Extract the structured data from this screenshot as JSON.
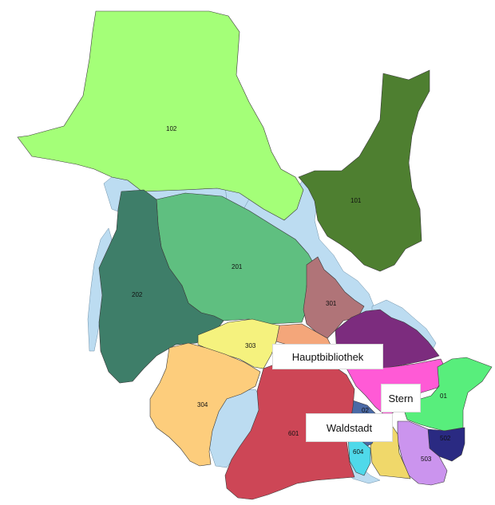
{
  "map": {
    "colors": {
      "water": "#bcdcf1",
      "101": "#4e7f30",
      "102": "#a4ff78",
      "201": "#5fbf80",
      "202": "#3e7e69",
      "301": "#b07478",
      "302": "#f4a67a",
      "303": "#f5f27e",
      "304": "#fdcd7c",
      "401": "#7c2c7e",
      "402": "#ff5ad6",
      "501": "#58ee7c",
      "502": "#2a2a82",
      "503": "#cb94ee",
      "601": "#cd4656",
      "602": "#4a6aa6",
      "603": "#f0d86a",
      "604": "#4fd9ea"
    },
    "districts": [
      {
        "id": "101",
        "label": "101"
      },
      {
        "id": "102",
        "label": "102"
      },
      {
        "id": "201",
        "label": "201"
      },
      {
        "id": "202",
        "label": "202"
      },
      {
        "id": "301",
        "label": "301"
      },
      {
        "id": "303",
        "label": "303"
      },
      {
        "id": "304",
        "label": "304"
      },
      {
        "id": "501",
        "label": "01"
      },
      {
        "id": "502",
        "label": "502"
      },
      {
        "id": "503",
        "label": "503"
      },
      {
        "id": "601",
        "label": "601"
      },
      {
        "id": "602",
        "label": "02"
      },
      {
        "id": "604",
        "label": "604"
      }
    ],
    "callouts": {
      "hauptbibliothek": "Hauptbibliothek",
      "stern": "Stern",
      "waldstadt": "Waldstadt"
    }
  }
}
